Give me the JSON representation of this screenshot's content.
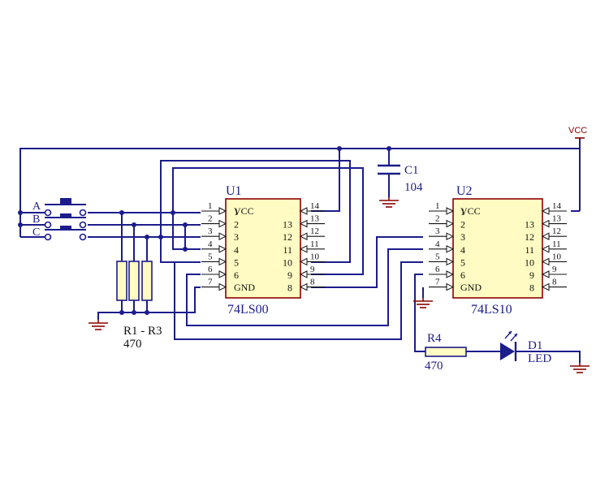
{
  "u1": {
    "ref": "U1",
    "part": "74LS00",
    "vcc": "VCC",
    "gnd": "GND",
    "left_pins": [
      "1",
      "2",
      "3",
      "4",
      "5",
      "6",
      "7"
    ],
    "right_pins": [
      "14",
      "13",
      "12",
      "11",
      "10",
      "9",
      "8"
    ],
    "left_names": [
      "1",
      "2",
      "3",
      "4",
      "5",
      "6"
    ],
    "right_names": [
      "13",
      "12",
      "11",
      "10",
      "9",
      "8"
    ]
  },
  "u2": {
    "ref": "U2",
    "part": "74LS10",
    "vcc": "VCC",
    "gnd": "GND",
    "left_pins": [
      "1",
      "2",
      "3",
      "4",
      "5",
      "6",
      "7"
    ],
    "right_pins": [
      "14",
      "13",
      "12",
      "11",
      "10",
      "9",
      "8"
    ],
    "left_names": [
      "1",
      "2",
      "3",
      "4",
      "5",
      "6"
    ],
    "right_names": [
      "13",
      "12",
      "11",
      "10",
      "9",
      "8"
    ]
  },
  "switches": [
    "A",
    "B",
    "C"
  ],
  "resistors_r1_r3": {
    "ref": "R1 - R3",
    "value": "470"
  },
  "r4": {
    "ref": "R4",
    "value": "470"
  },
  "c1": {
    "ref": "C1",
    "value": "104"
  },
  "d1": {
    "ref": "D1",
    "value": "LED"
  },
  "vcc_label": "VCC",
  "colors": {
    "wire": "#1c1c8c",
    "chip_fill": "#fffbc2",
    "chip_border": "#8b0000",
    "ground": "#8b0000"
  }
}
